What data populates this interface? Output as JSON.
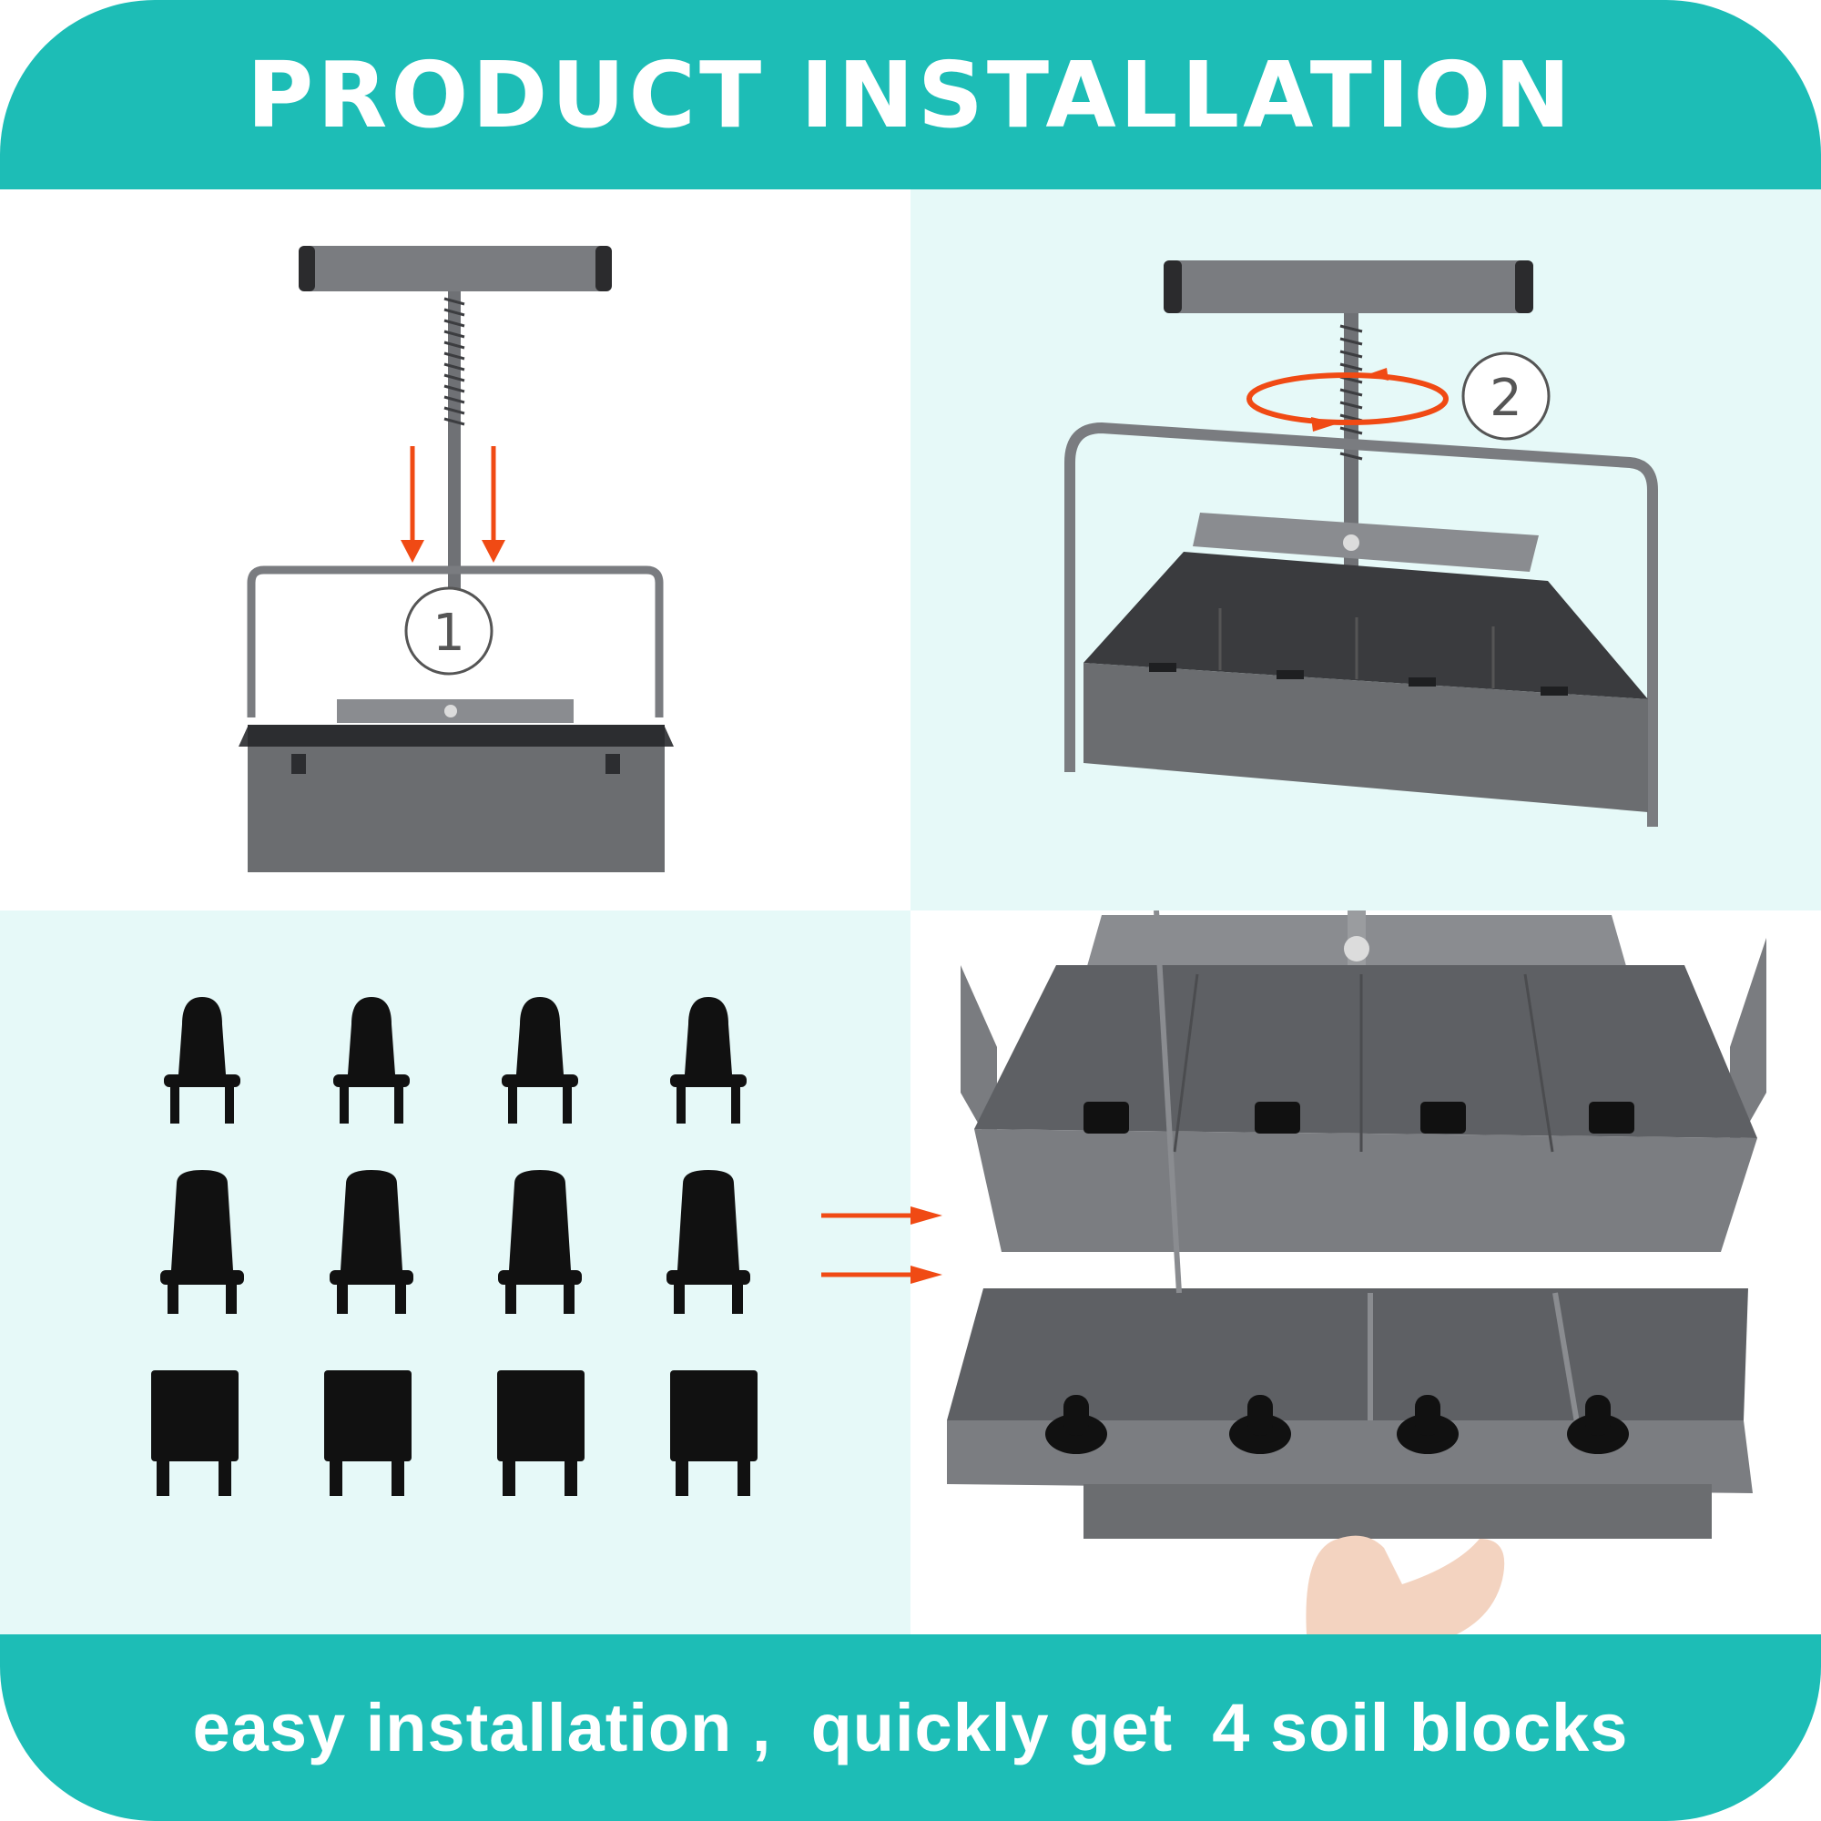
{
  "header": {
    "title": "PRODUCT INSTALLATION"
  },
  "footer": {
    "caption": "easy installation ,  quickly get  4 soil blocks"
  },
  "steps": [
    {
      "label": "1"
    },
    {
      "label": "2"
    }
  ],
  "colors": {
    "banner": "#1dbdb6",
    "panel_tint": "#e6f9f8",
    "arrow": "#f04a14",
    "metal": "#6b6d70",
    "plastic": "#111111"
  },
  "parts": {
    "rows": [
      "short-plunger",
      "tall-plunger",
      "square-cap"
    ],
    "per_row": 4
  }
}
